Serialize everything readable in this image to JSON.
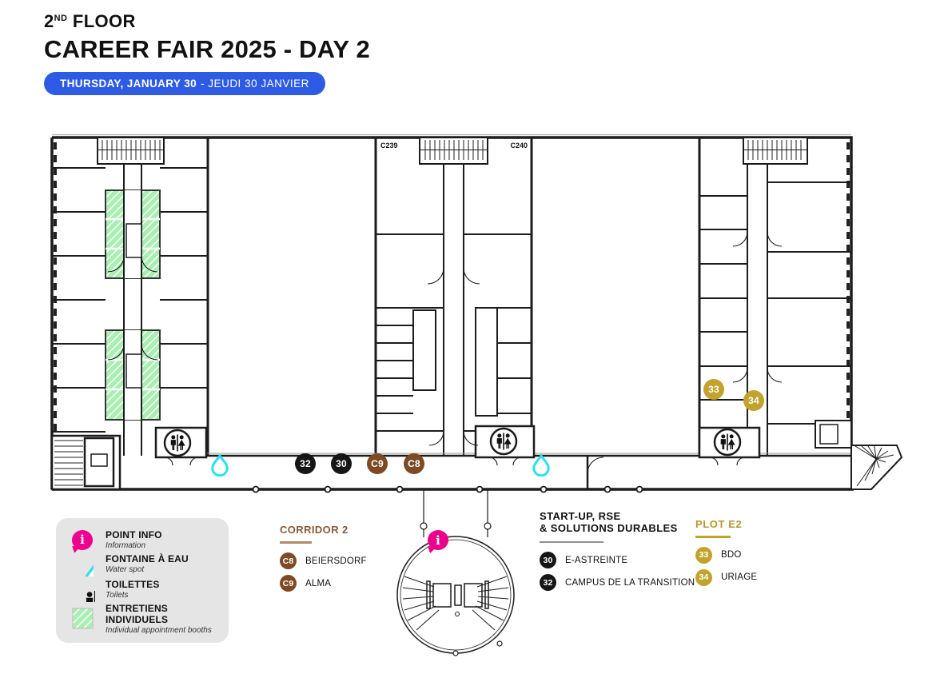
{
  "header": {
    "floor_number": "2",
    "floor_sup": "ND",
    "floor_word": " FLOOR",
    "title": "CAREER FAIR 2025 - DAY 2",
    "date_en": "THURSDAY, JANUARY 30",
    "date_fr": "- JEUDI 30 JANVIER",
    "banner_color": "#2d5be3"
  },
  "plan": {
    "rooms": [
      "C239",
      "C240"
    ],
    "badges": [
      {
        "label": "32",
        "kind": "black"
      },
      {
        "label": "30",
        "kind": "black"
      },
      {
        "label": "C9",
        "kind": "brown"
      },
      {
        "label": "C8",
        "kind": "brown"
      },
      {
        "label": "33",
        "kind": "gold"
      },
      {
        "label": "34",
        "kind": "gold"
      }
    ]
  },
  "icons": {
    "info_glyph": "i"
  },
  "legend": {
    "items": [
      {
        "title": "POINT INFO",
        "subtitle": "Information",
        "icon": "info-bubble"
      },
      {
        "title": "FONTAINE À EAU",
        "subtitle": "Water spot",
        "icon": "water-drop"
      },
      {
        "title": "TOILETTES",
        "subtitle": "Toilets",
        "icon": "toilets"
      },
      {
        "title": "ENTRETIENS INDIVIDUELS",
        "subtitle": "Individual appointment booths",
        "icon": "booth-swatch"
      }
    ]
  },
  "sections": {
    "corridor2": {
      "title": "CORRIDOR 2",
      "entries": [
        {
          "badge": "C8",
          "name": "BEIERSDORF"
        },
        {
          "badge": "C9",
          "name": "ALMA"
        }
      ]
    },
    "startup": {
      "title_line1": "START-UP, RSE",
      "title_line2": "& SOLUTIONS DURABLES",
      "entries": [
        {
          "badge": "30",
          "name": "E-ASTREINTE"
        },
        {
          "badge": "32",
          "name": "CAMPUS DE LA TRANSITION"
        }
      ]
    },
    "plot_e2": {
      "title": "PLOT E2",
      "entries": [
        {
          "badge": "33",
          "name": "BDO"
        },
        {
          "badge": "34",
          "name": "URIAGE"
        }
      ]
    }
  },
  "colors": {
    "banner_blue": "#2d5be3",
    "info_magenta": "#ec008c",
    "water_cyan": "#2ae1ef",
    "corridor_brown": "#7d4a23",
    "corridor_title_brown": "#8a5a36",
    "plot_gold": "#c2a32b",
    "badge_black": "#161616",
    "legend_gray": "#e5e5e5",
    "booth_green": "#a9efb2"
  }
}
